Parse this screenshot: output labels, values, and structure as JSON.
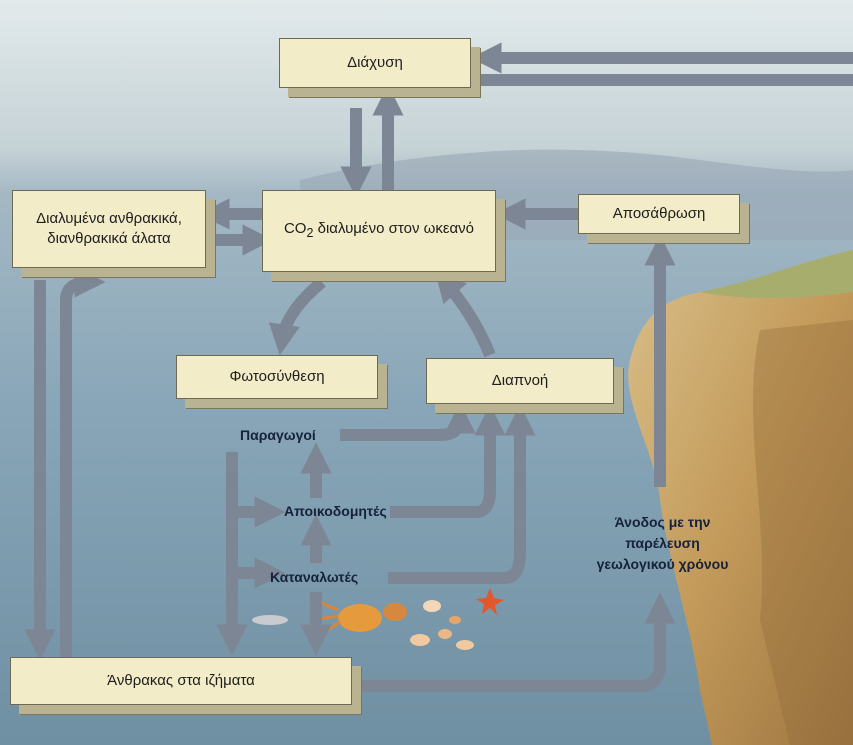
{
  "colors": {
    "sky": "#dfe8ea",
    "water": "#7f9fb2",
    "arrow": "#7d8694",
    "box_face": "#f3ecc8",
    "cliff": "#c9a466"
  },
  "nodes": {
    "diffusion": "Διάχυση",
    "dissolved_carbonates": "Διαλυμένα ανθρακικά, διανθρακικά άλατα",
    "co2_prefix": "CO",
    "co2_sub": "2",
    "co2_suffix": " διαλυμένο στον ωκεανό",
    "weathering": "Αποσάθρωση",
    "photosynthesis": "Φωτοσύνθεση",
    "respiration": "Διαπνοή",
    "producers": "Παραγωγοί",
    "decomposers": "Αποικοδομητές",
    "consumers": "Καταναλωτές",
    "sediment_carbon": "Άνθρακας στα ιζήματα",
    "uplift": "Άνοδος με την παρέλευση γεωλογικού χρόνου"
  }
}
